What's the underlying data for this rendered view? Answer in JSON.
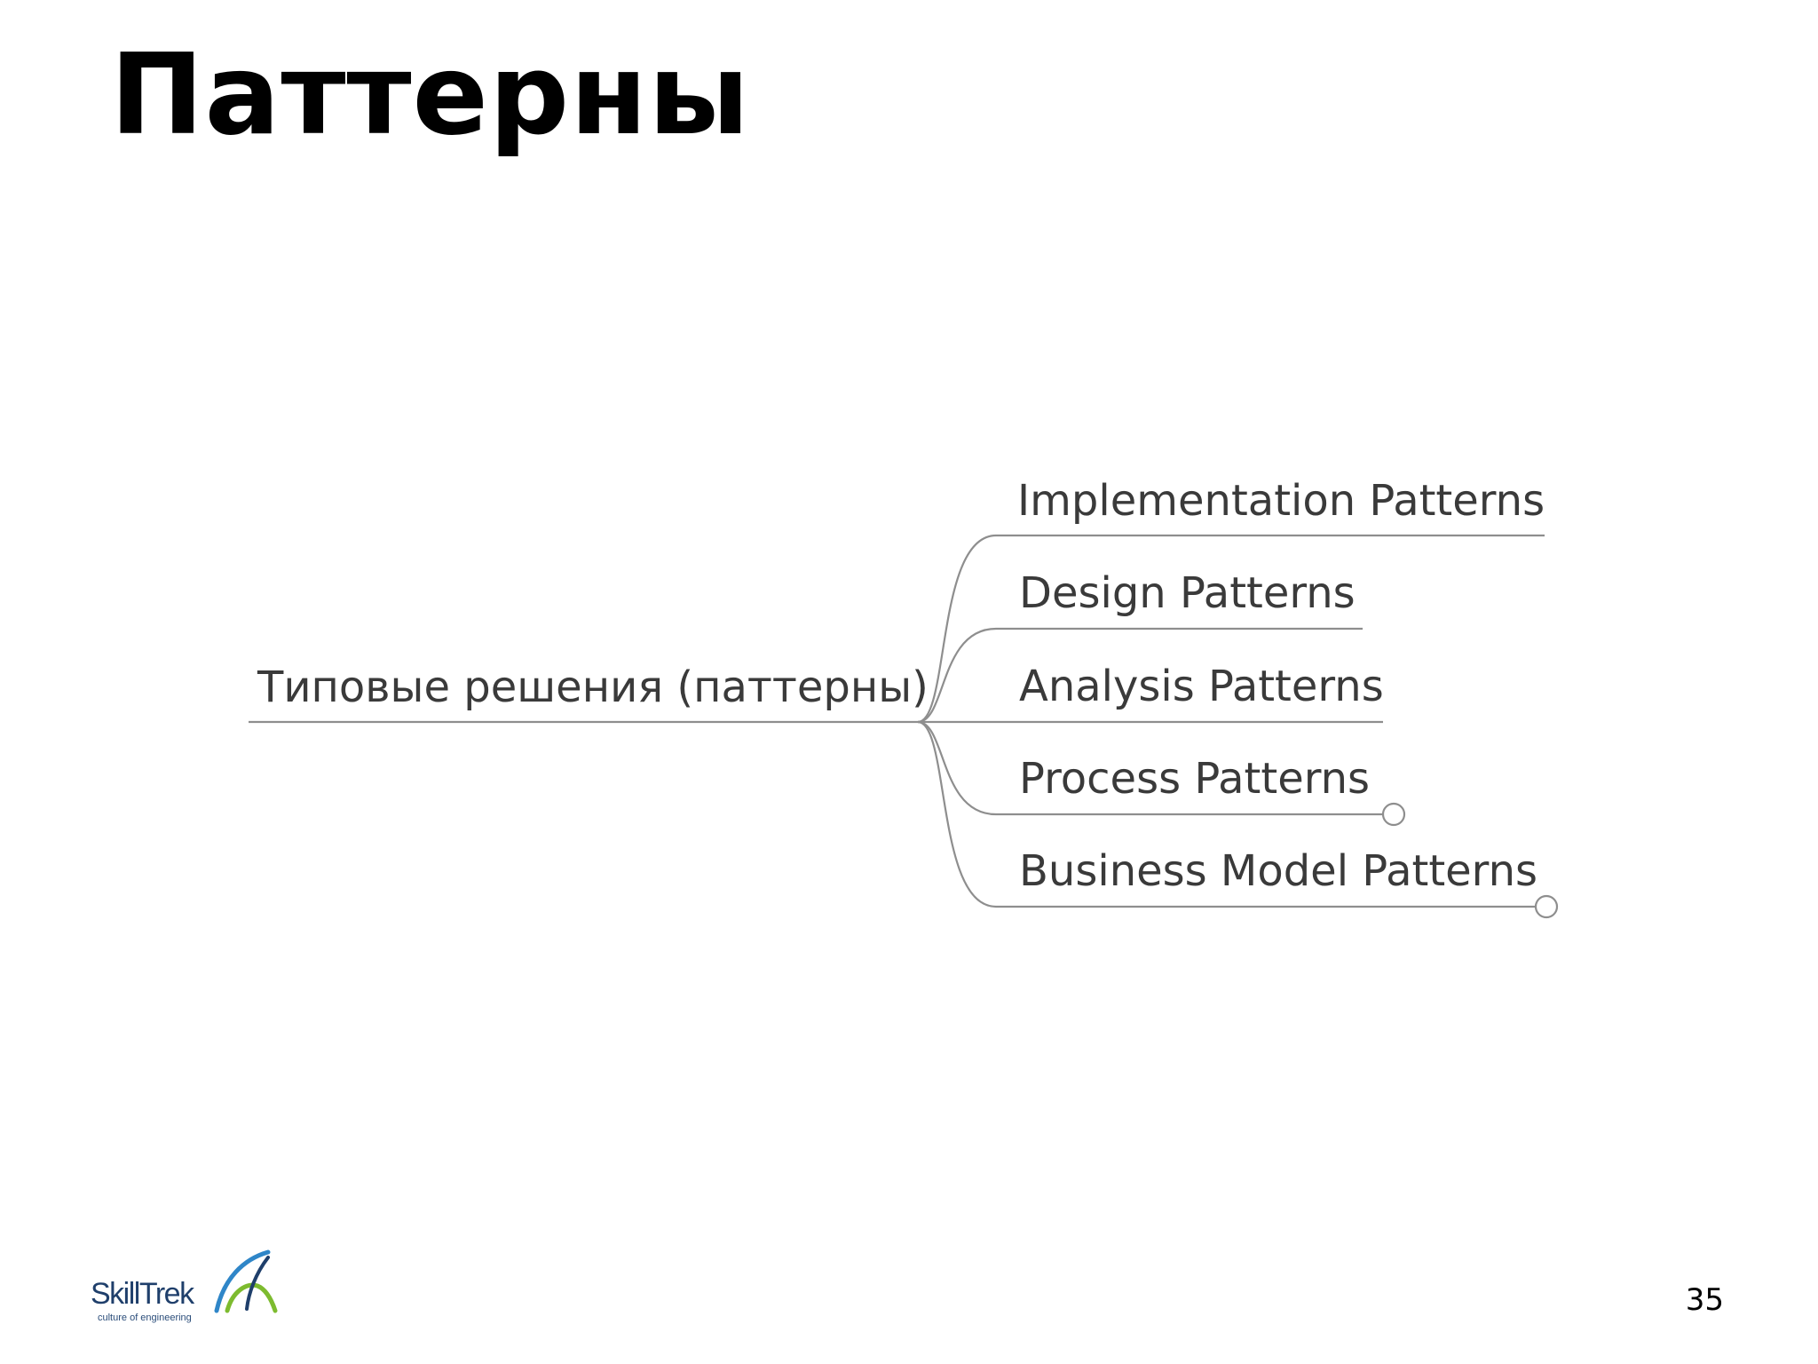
{
  "slide": {
    "title": "Паттерны",
    "page_number": "35"
  },
  "mindmap": {
    "root": "Типовые решения (паттерны)",
    "branches": [
      {
        "label": "Implementation Patterns",
        "collapsed_children": false
      },
      {
        "label": "Design Patterns",
        "collapsed_children": false
      },
      {
        "label": "Analysis Patterns",
        "collapsed_children": false
      },
      {
        "label": "Process Patterns",
        "collapsed_children": true
      },
      {
        "label": "Business Model Patterns",
        "collapsed_children": true
      }
    ]
  },
  "logo": {
    "wordmark": "SkillTrek",
    "tagline": "culture of engineering",
    "colors": {
      "navy": "#1f3f6b",
      "blue": "#2f86c8",
      "green": "#7dbb2f"
    }
  },
  "colors": {
    "line": "#8e8e8e",
    "text": "#3a3a3a",
    "title": "#000000"
  }
}
